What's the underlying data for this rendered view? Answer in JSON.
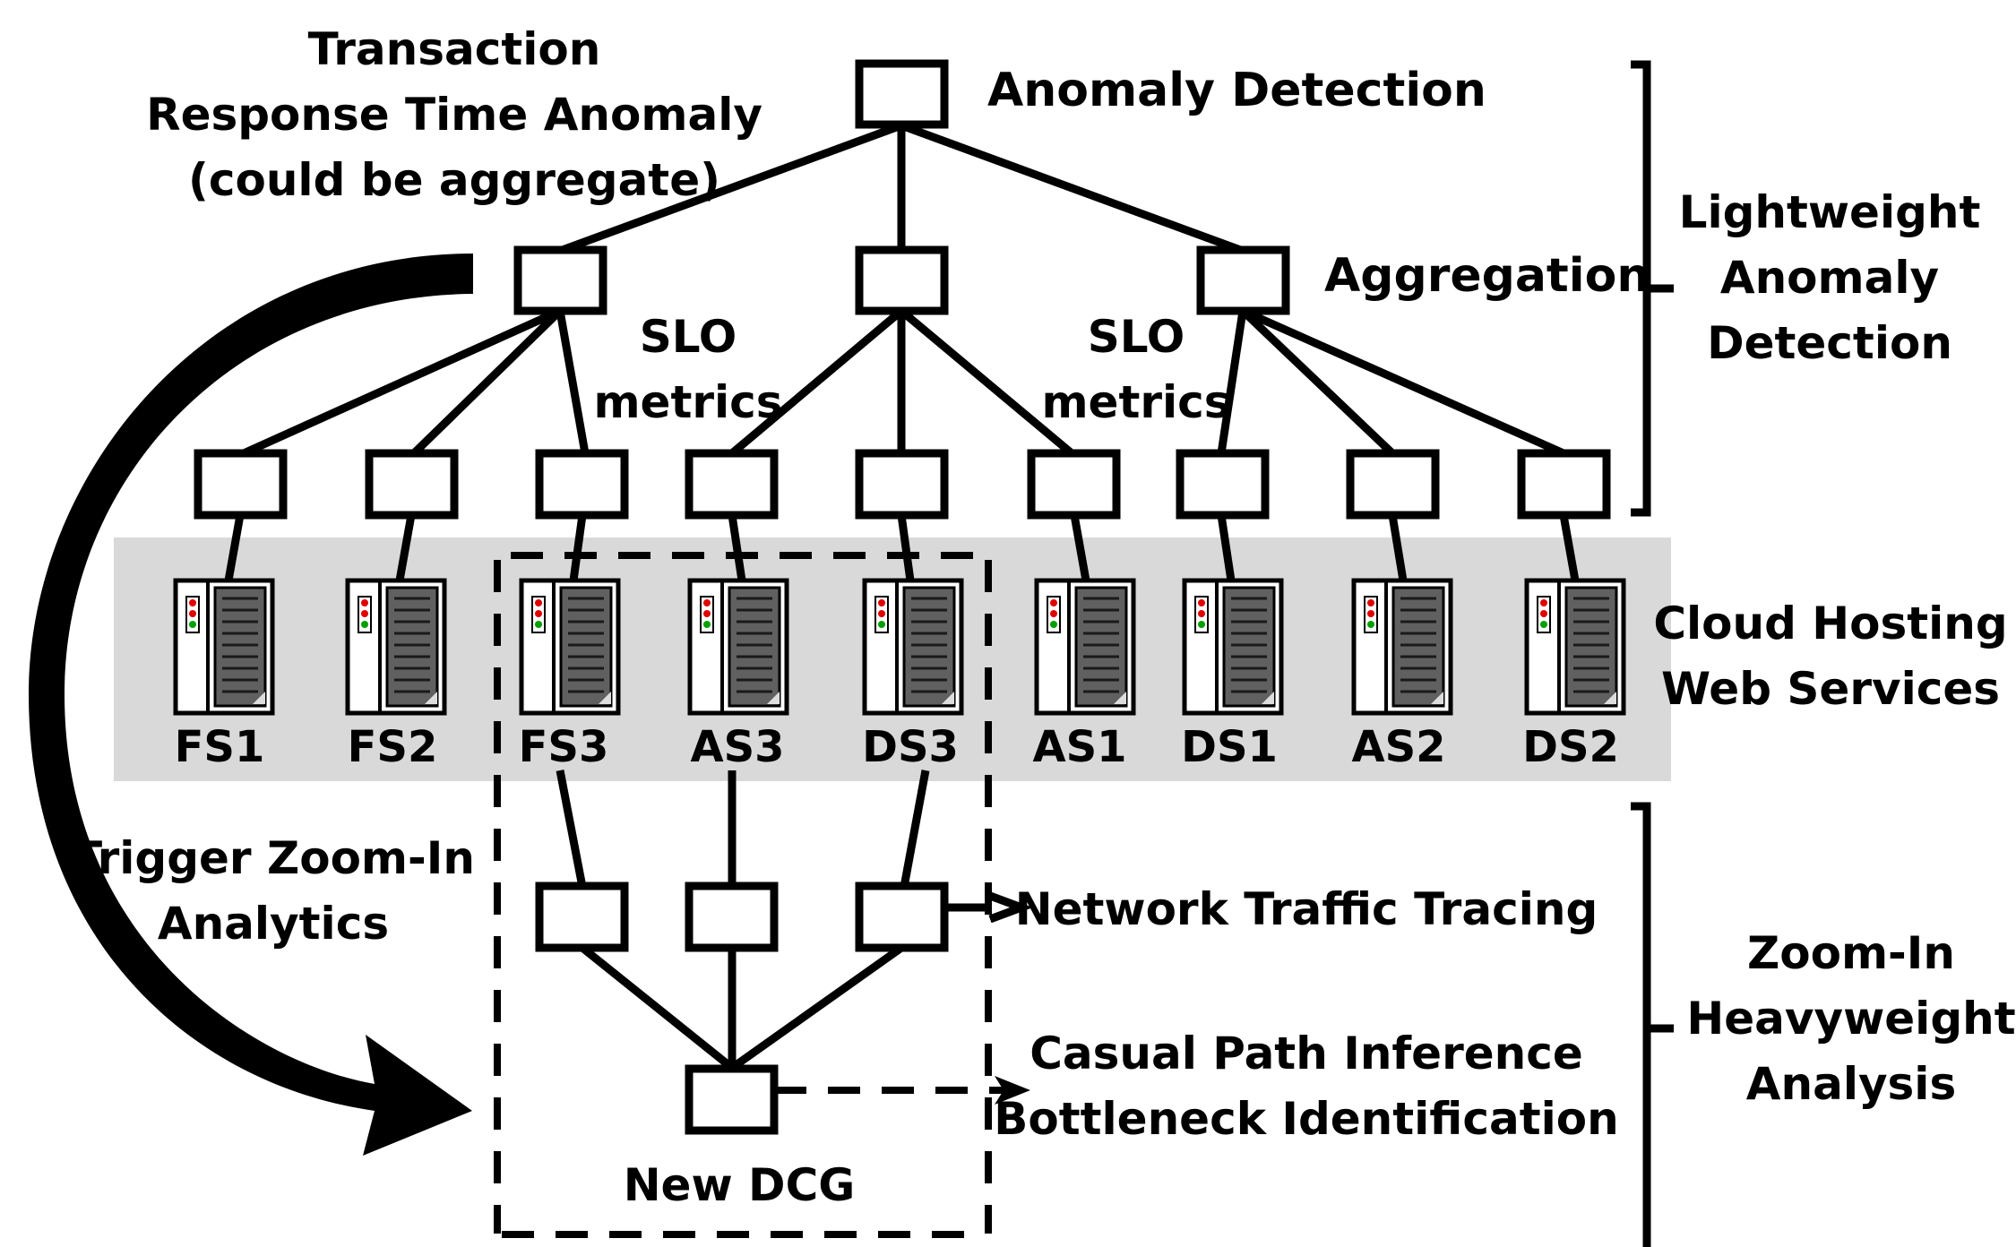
{
  "labels": {
    "anomaly_detection": "Anomaly Detection",
    "transaction_line1": "Transaction",
    "transaction_line2": "Response Time Anomaly",
    "transaction_line3": "(could be aggregate)",
    "aggregation": "Aggregation",
    "slo_left_line1": "SLO",
    "slo_left_line2": "metrics",
    "slo_right_line1": "SLO",
    "slo_right_line2": "metrics",
    "lightweight_line1": "Lightweight",
    "lightweight_line2": "Anomaly",
    "lightweight_line3": "Detection",
    "cloud_line1": "Cloud Hosting",
    "cloud_line2": "Web Services",
    "trigger_line1": "Trigger Zoom-In",
    "trigger_line2": "Analytics",
    "network_tracing": "Network Traffic  Tracing",
    "casual_line1": "Casual Path  Inference",
    "casual_line2": "Bottleneck Identification",
    "zoom_line1": "Zoom-In",
    "zoom_line2": "Heavyweight",
    "zoom_line3": "Analysis",
    "new_dcg": "New DCG"
  },
  "servers": [
    "FS1",
    "FS2",
    "FS3",
    "AS3",
    "DS3",
    "AS1",
    "DS1",
    "AS2",
    "DS2"
  ],
  "colors": {
    "cloud_band": "#d9d9d9",
    "server_led_red": "#e00000",
    "server_led_green": "#00a000",
    "server_panel": "#606060"
  }
}
